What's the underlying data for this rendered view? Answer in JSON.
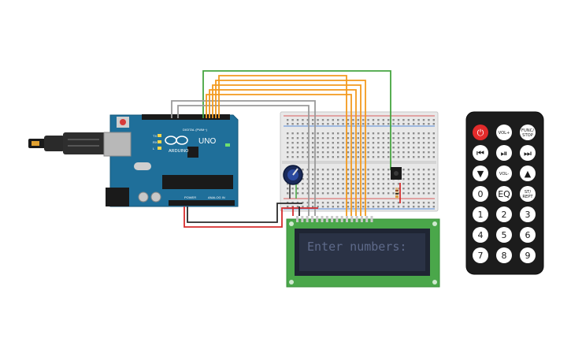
{
  "arduino": {
    "brand": "ARDUINO",
    "model": "UNO",
    "digital_label": "DIGITAL (PWM~)",
    "power_label": "POWER",
    "analog_label": "ANALOG IN",
    "tx_label": "TX",
    "rx_label": "RX",
    "l_label": "L"
  },
  "lcd": {
    "line1": "Enter numbers:"
  },
  "remote": {
    "buttons": [
      {
        "id": "power",
        "label": "⏻",
        "color": "#e32b2b",
        "text": "#ffffff"
      },
      {
        "id": "vol-up",
        "label": "VOL+",
        "color": "#ffffff",
        "text": "#1a1a1a"
      },
      {
        "id": "func-stop",
        "label": "FUNC/ STOP",
        "color": "#ffffff",
        "text": "#1a1a1a"
      },
      {
        "id": "prev",
        "label": "⏮",
        "color": "#ffffff",
        "text": "#1a1a1a"
      },
      {
        "id": "play-pause",
        "label": "⏯",
        "color": "#ffffff",
        "text": "#1a1a1a"
      },
      {
        "id": "next",
        "label": "⏭",
        "color": "#ffffff",
        "text": "#1a1a1a"
      },
      {
        "id": "down",
        "label": "▼",
        "color": "#ffffff",
        "text": "#1a1a1a"
      },
      {
        "id": "vol-down",
        "label": "VOL-",
        "color": "#ffffff",
        "text": "#1a1a1a"
      },
      {
        "id": "up",
        "label": "▲",
        "color": "#ffffff",
        "text": "#1a1a1a"
      },
      {
        "id": "num-0",
        "label": "0",
        "color": "#ffffff",
        "text": "#1a1a1a"
      },
      {
        "id": "eq",
        "label": "EQ",
        "color": "#ffffff",
        "text": "#1a1a1a"
      },
      {
        "id": "st-rept",
        "label": "ST/ REPT",
        "color": "#ffffff",
        "text": "#1a1a1a"
      },
      {
        "id": "num-1",
        "label": "1",
        "color": "#ffffff",
        "text": "#1a1a1a"
      },
      {
        "id": "num-2",
        "label": "2",
        "color": "#ffffff",
        "text": "#1a1a1a"
      },
      {
        "id": "num-3",
        "label": "3",
        "color": "#ffffff",
        "text": "#1a1a1a"
      },
      {
        "id": "num-4",
        "label": "4",
        "color": "#ffffff",
        "text": "#1a1a1a"
      },
      {
        "id": "num-5",
        "label": "5",
        "color": "#ffffff",
        "text": "#1a1a1a"
      },
      {
        "id": "num-6",
        "label": "6",
        "color": "#ffffff",
        "text": "#1a1a1a"
      },
      {
        "id": "num-7",
        "label": "7",
        "color": "#ffffff",
        "text": "#1a1a1a"
      },
      {
        "id": "num-8",
        "label": "8",
        "color": "#ffffff",
        "text": "#1a1a1a"
      },
      {
        "id": "num-9",
        "label": "9",
        "color": "#ffffff",
        "text": "#1a1a1a"
      }
    ]
  },
  "colors": {
    "arduino_board": "#1f6f9a",
    "breadboard": "#e8e8e8",
    "lcd_pcb": "#4aa74a",
    "lcd_screen": "#2a3245",
    "lcd_text": "#5e6a8a",
    "remote_body": "#1c1c1c",
    "wire_orange": "#f39a1e",
    "wire_gray": "#9a9a9a",
    "wire_green": "#46a540",
    "wire_red": "#d62c2c",
    "wire_black": "#2a2a2a"
  }
}
